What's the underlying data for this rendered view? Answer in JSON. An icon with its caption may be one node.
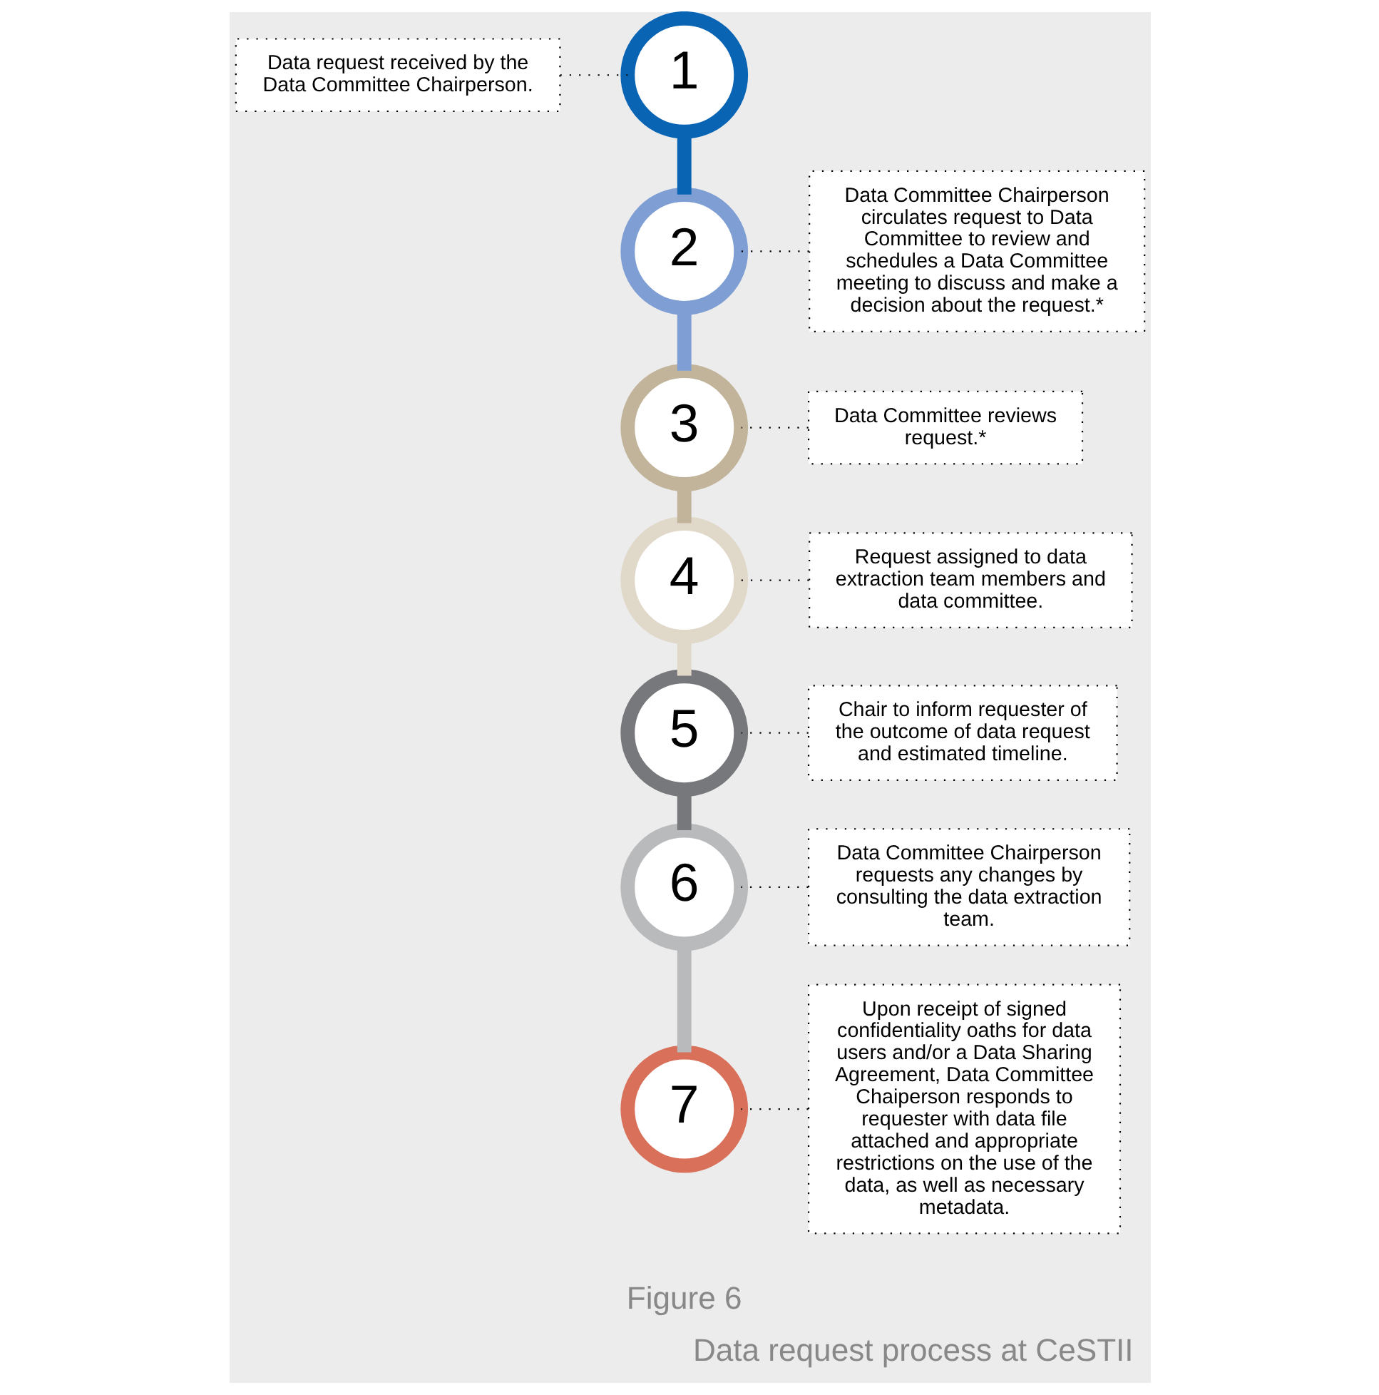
{
  "diagram": {
    "caption": "Data request process at CeSTII",
    "nodes": [
      {
        "text": [
          "Data request received by the Data Committee Chairperson."
        ]
      },
      {
        "text": [
          "1"
        ]
      },
      {
        "text": [
          "2"
        ]
      },
      {
        "text": [
          "Data Committee Chairperson circulates request to Data Committee to review and schedules a Data Committee meeting to discuss and make a decision about the request.*"
        ]
      },
      {
        "text": [
          "Data Committee reviews request.*"
        ]
      },
      {
        "text": [
          "3"
        ]
      },
      {
        "text": [
          "4"
        ]
      },
      {
        "text": [
          "Request assigned to data extraction team members and data committee."
        ]
      },
      {
        "text": [
          "Chair to inform requester of the outcome of data request and estimated timeline."
        ]
      },
      {
        "text": [
          "5"
        ]
      },
      {
        "text": [
          "6"
        ]
      },
      {
        "text": [
          "Data Committee Chairperson requests any changes by consulting the data extraction team."
        ]
      },
      {
        "text": [
          "Upon receipt of signed confidentiality oaths for data users and/or a Data Sharing Agreement, Data Committee Chaiperson responds to requester with data file attached and appropriate restrictions on the use of the data, as well as necessary metadata."
        ]
      },
      {
        "text": [
          "7"
        ]
      }
    ],
    "edges": [
      {
        "from": 0,
        "to": 1,
        "arrow": "none",
        "style": "dashed"
      },
      {
        "from": 1,
        "to": 2,
        "arrow": "none",
        "style": "thick",
        "color": "#0a64b4"
      },
      {
        "from": 3,
        "to": 2,
        "arrow": "none",
        "style": "dashed"
      },
      {
        "from": 2,
        "to": 5,
        "arrow": "none",
        "style": "thick",
        "color": "#7f9fd4"
      },
      {
        "from": 4,
        "to": 5,
        "arrow": "none",
        "style": "dashed"
      },
      {
        "from": 5,
        "to": 6,
        "arrow": "none",
        "style": "thick",
        "color": "#c2b49a"
      },
      {
        "from": 7,
        "to": 6,
        "arrow": "none",
        "style": "dashed"
      },
      {
        "from": 6,
        "to": 9,
        "arrow": "none",
        "style": "thick",
        "color": "#e0d8c8"
      },
      {
        "from": 8,
        "to": 9,
        "arrow": "none",
        "style": "dashed"
      },
      {
        "from": 9,
        "to": 10,
        "arrow": "none",
        "style": "thick",
        "color": "#77787b"
      },
      {
        "from": 11,
        "to": 10,
        "arrow": "none",
        "style": "dashed"
      },
      {
        "from": 10,
        "to": 13,
        "arrow": "none",
        "style": "thick",
        "color": "#b9babc"
      },
      {
        "from": 12,
        "to": 13,
        "arrow": "none",
        "style": "dashed"
      }
    ],
    "labels": [
      "Figure 6"
    ]
  }
}
